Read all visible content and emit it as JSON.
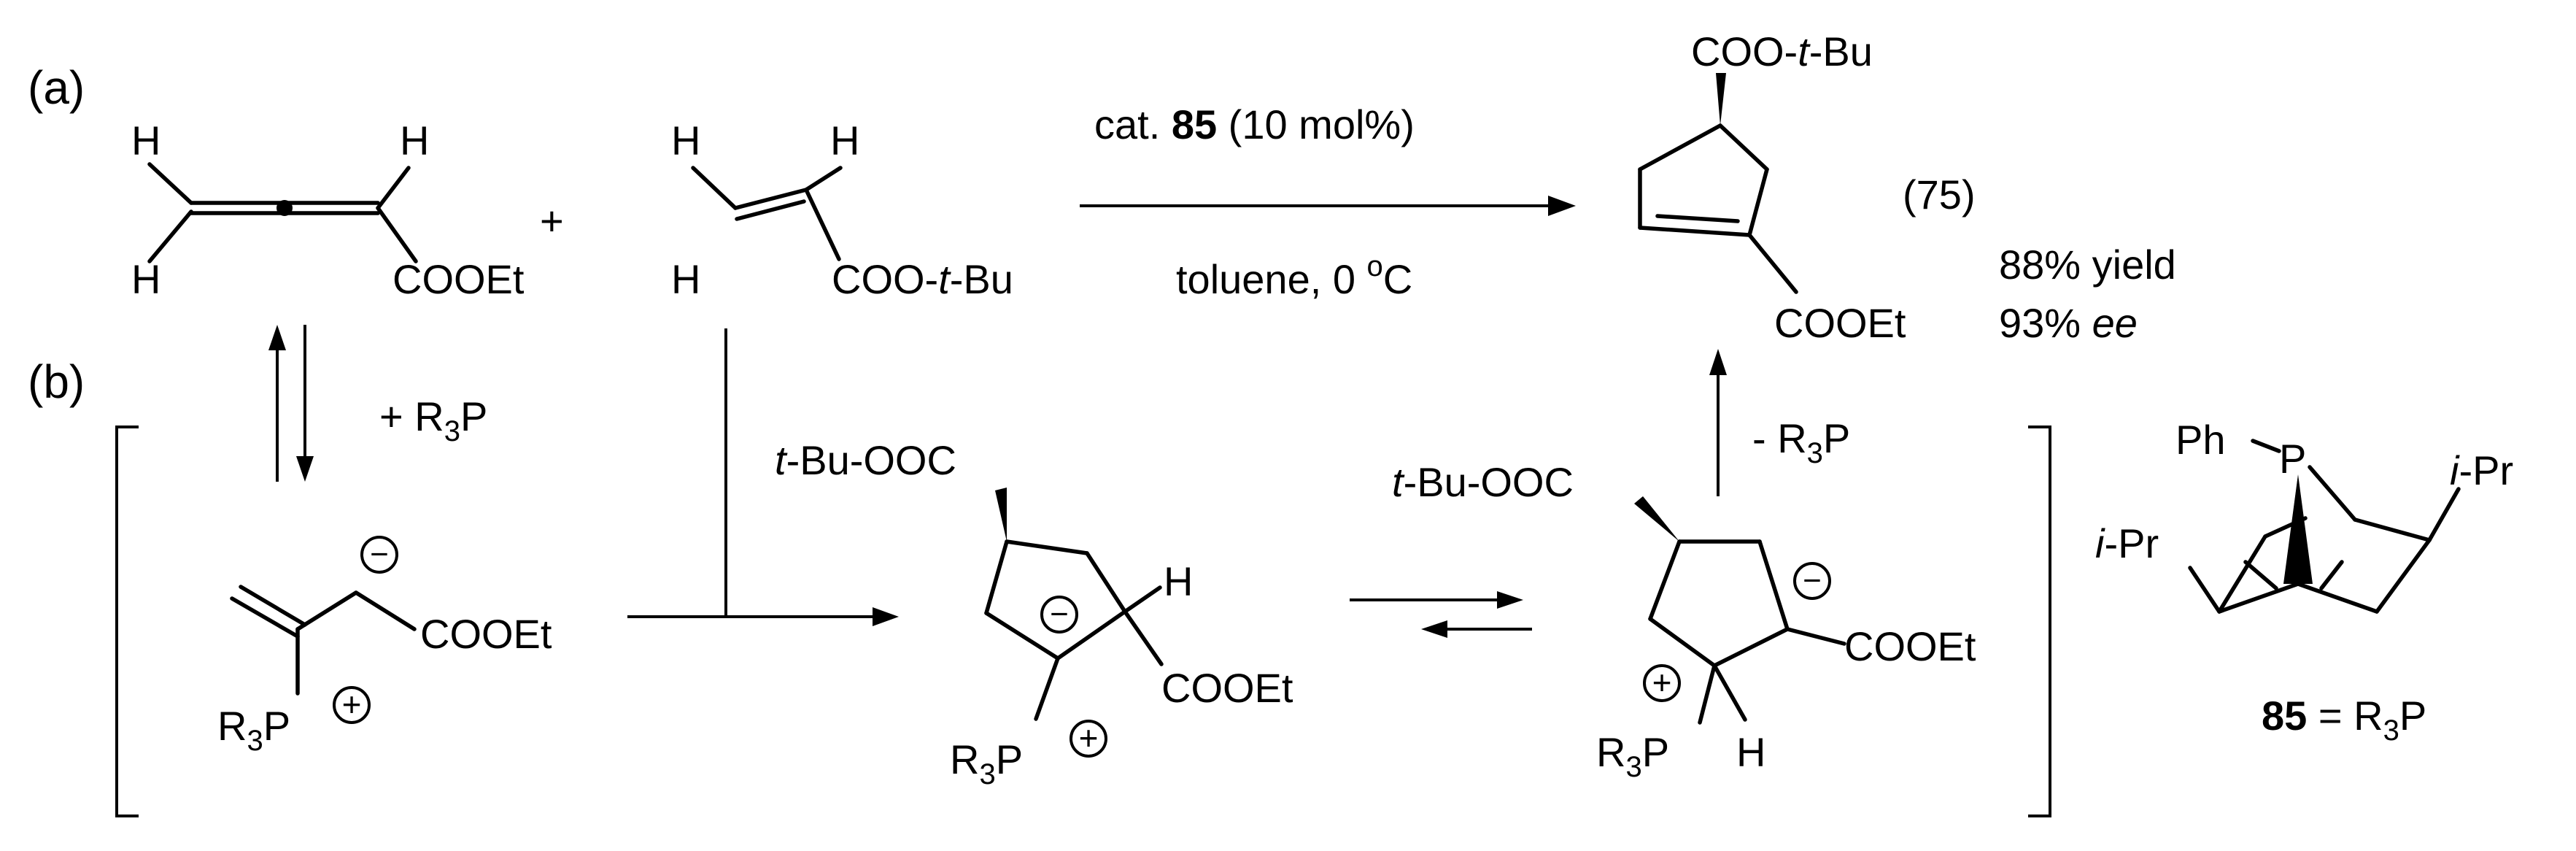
{
  "panels": {
    "a": "(a)",
    "b": "(b)"
  },
  "reaction": {
    "allene": {
      "h1": "H",
      "h2": "H",
      "h3": "H",
      "ester": "COOEt"
    },
    "plus": "+",
    "acrylate": {
      "h1": "H",
      "h2": "H",
      "h3": "H",
      "ester": "COO-",
      "ester_tbu_t": "t",
      "ester_tbu_bu": "-Bu"
    },
    "conditions": {
      "cat_prefix": "cat. ",
      "cat_number": "85",
      "cat_suffix": " (10 mol%)",
      "solvent": "toluene, 0 ",
      "deg": "o",
      "deg_unit": "C"
    },
    "product": {
      "top_ester": "COO-",
      "top_t": "t",
      "top_bu": "-Bu",
      "bottom_ester": "COOEt",
      "eq_number": "(75)",
      "yield": "88% yield",
      "ee_value": "93% ",
      "ee_unit": "ee"
    }
  },
  "mechanism": {
    "add_reagent": {
      "plus": "+ R",
      "sub": "3",
      "p": "P"
    },
    "remove_reagent": {
      "minus": "- R",
      "sub": "3",
      "p": "P"
    },
    "zwitterion": {
      "ester": "COOEt",
      "r": "R",
      "sub": "3",
      "p": "P",
      "plus_charge": "+",
      "minus_charge": "−"
    },
    "intermediate1": {
      "t": "t",
      "ester": "-Bu-OOC",
      "h": "H",
      "ester2": "COOEt",
      "r": "R",
      "sub": "3",
      "p": "P",
      "minus_charge": "−",
      "plus_charge": "+"
    },
    "intermediate2": {
      "t": "t",
      "ester": "-Bu-OOC",
      "h": "H",
      "ester2": "COOEt",
      "r": "R",
      "sub": "3",
      "p": "P",
      "minus_charge": "−",
      "plus_charge": "+"
    }
  },
  "catalyst": {
    "ph": "Ph",
    "p": "P",
    "ipr_right_i": "i",
    "ipr_right_rest": "-Pr",
    "ipr_left_i": "i",
    "ipr_left_rest": "-Pr",
    "label_number": "85",
    "label_eq": " = R",
    "label_sub": "3",
    "label_p": "P"
  }
}
